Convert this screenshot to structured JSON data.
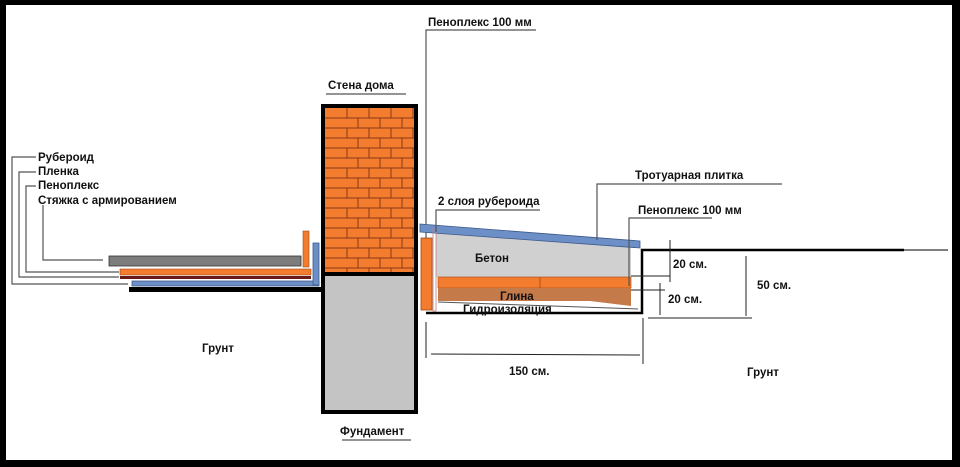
{
  "labels": {
    "ruberoid": "Рубероид",
    "plenka": "Пленка",
    "penoplex_left": "Пеноплекс",
    "styazhka": "Стяжка с армированием",
    "penoplex_wall": "Пеноплекс 100 мм",
    "wall": "Стена дома",
    "ruberoid_2": "2 слоя рубероида",
    "paving": "Тротуарная плитка",
    "penoplex_blind": "Пеноплекс 100 мм",
    "concrete": "Бетон",
    "clay": "Глина",
    "waterproofing": "Гидроизоляция",
    "ground_left": "Грунт",
    "ground_right": "Грунт",
    "foundation": "Фундамент"
  },
  "dimensions": {
    "concrete_depth": "20 см.",
    "clay_depth": "20 см.",
    "total_depth": "50 см.",
    "width": "150 см."
  },
  "colors": {
    "brick": "#f47c2f",
    "foundation": "#c4c4c4",
    "concrete": "#d0d0d0",
    "penoplex": "#f47c2f",
    "clay": "#c57a4a",
    "paving": "#6d8fc7",
    "screed": "#7d7d7d",
    "film": "#6b1a1a",
    "frame": "#000000"
  }
}
